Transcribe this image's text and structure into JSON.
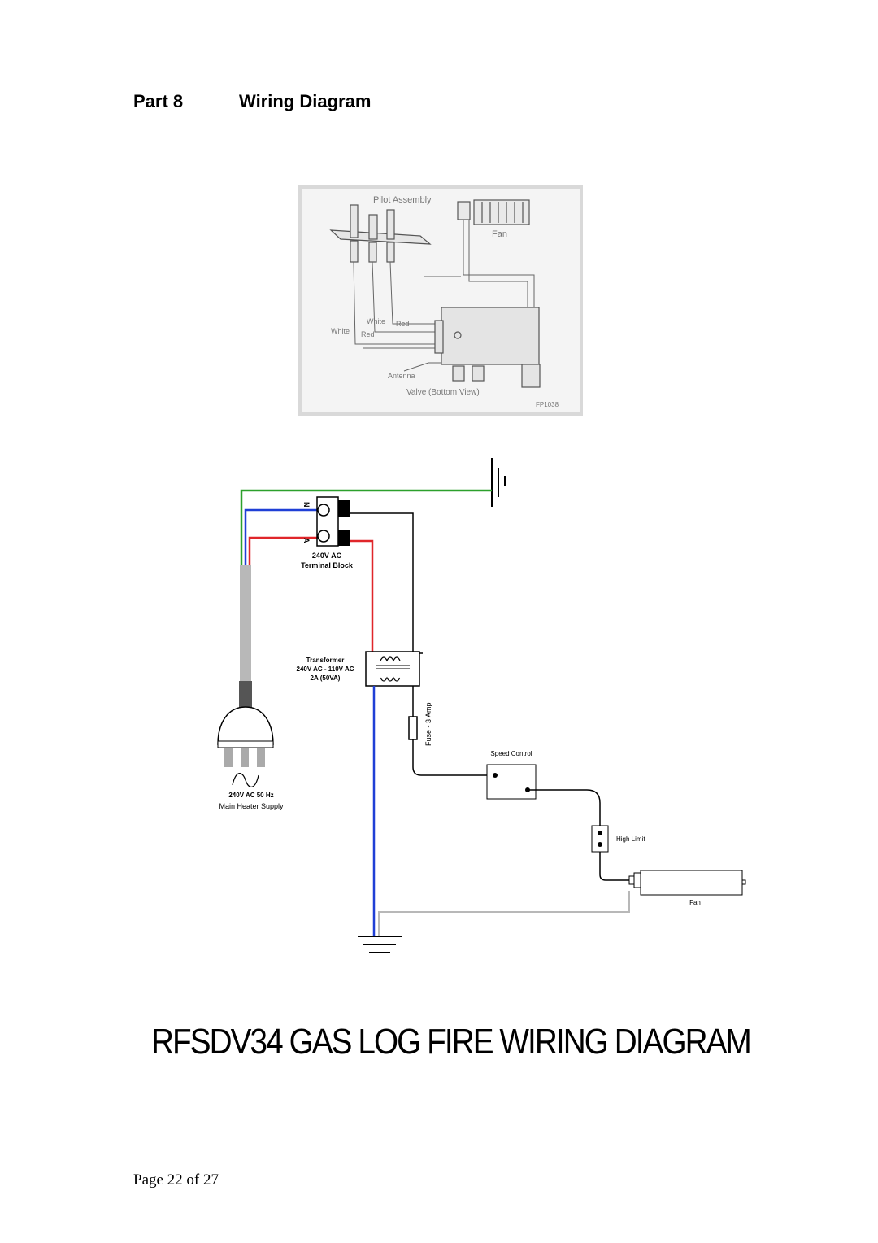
{
  "heading": {
    "part": "Part 8",
    "title": "Wiring Diagram"
  },
  "photo": {
    "pilot_assembly": "Pilot Assembly",
    "fan": "Fan",
    "white_1": "White",
    "red_1": "Red",
    "white_2": "White",
    "red_2": "Red",
    "antenna": "Antenna",
    "valve": "Valve (Bottom View)",
    "code": "FP1038"
  },
  "schematic": {
    "terminal_n": "N",
    "terminal_a": "A",
    "terminal_block_1": "240V AC",
    "terminal_block_2": "Terminal Block",
    "transformer_1": "Transformer",
    "transformer_2": "240V AC - 110V AC",
    "transformer_3": "2A (50VA)",
    "fuse": "Fuse - 3 Amp",
    "speed_control": "Speed Control",
    "high_limit": "High Limit",
    "fan": "Fan",
    "supply_1": "240V AC 50 Hz",
    "supply_2": "Main Heater Supply"
  },
  "colors": {
    "earth": "#2ca02c",
    "neutral": "#1f3fd6",
    "active": "#e0262a",
    "wire": "#000000",
    "cable": "#b8b8b8"
  },
  "main_title": "RFSDV34 GAS LOG FIRE WIRING DIAGRAM",
  "footer": "Page 22 of 27"
}
